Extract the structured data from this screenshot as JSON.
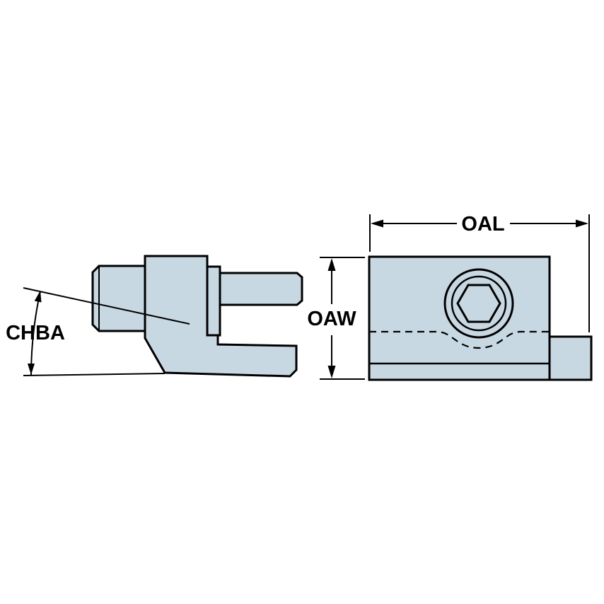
{
  "diagram": {
    "labels": {
      "chba": "CHBA",
      "oal": "OAL",
      "oaw": "OAW"
    },
    "colors": {
      "part_fill": "#c8d8e2",
      "outline": "#000000",
      "background": "#ffffff"
    }
  }
}
